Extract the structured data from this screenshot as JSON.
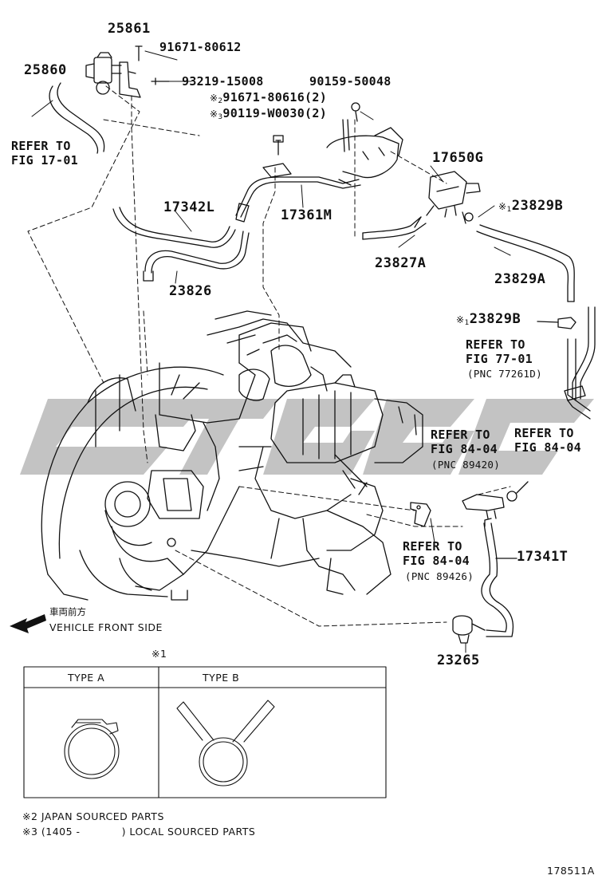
{
  "parts": {
    "p25861": "25861",
    "p25860": "25860",
    "p91671_80612": "91671-80612",
    "p93219": "93219-15008",
    "p90159": "90159-50048",
    "p91671_80616": "91671-80616(2)",
    "p90119": "90119-W0030(2)",
    "p17650G": "17650G",
    "p23829B_a": "23829B",
    "p23829A": "23829A",
    "p23829B_b": "23829B",
    "p17342L": "17342L",
    "p17361M": "17361M",
    "p23827A": "23827A",
    "p23826": "23826",
    "p17341T": "17341T",
    "p23265": "23265"
  },
  "marks": {
    "m1": "※",
    "m1_sub": "1",
    "m2": "※",
    "m2_sub": "2",
    "m3": "※",
    "m3_sub": "3"
  },
  "refs": {
    "refer_to": "REFER TO",
    "fig_17_01": "FIG 17-01",
    "fig_77_01": "FIG 77-01",
    "pnc_77261d": "(PNC 77261D)",
    "fig_84_04": "FIG 84-04",
    "pnc_89420": "(PNC 89420)",
    "pnc_89426": "(PNC 89426)"
  },
  "direction": {
    "japanese": "車両前方",
    "english": "VEHICLE FRONT SIDE"
  },
  "legend": {
    "marker": "※1",
    "type_a": "TYPE A",
    "type_b": "TYPE B"
  },
  "footnotes": {
    "note2": "※2 JAPAN SOURCED PARTS",
    "note3_pre": "※3 (1405 -",
    "note3_post": ") LOCAL SOURCED PARTS"
  },
  "watermark": "cttgc",
  "illustration_id": "178511A",
  "colors": {
    "line": "#111111",
    "watermark": "#b9b9b9"
  }
}
